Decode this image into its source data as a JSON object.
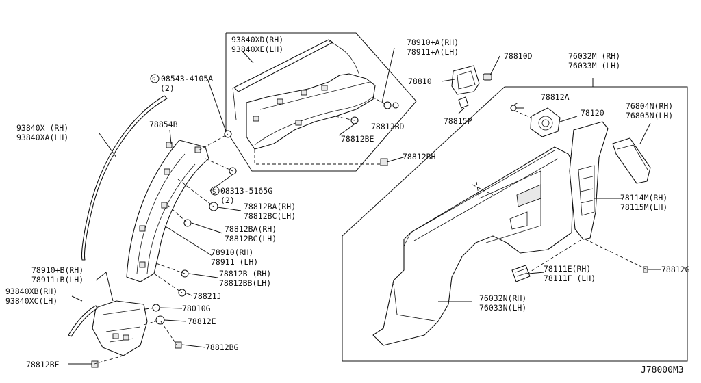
{
  "diagram_code": "J78000M3",
  "labels": {
    "l_93840XD": "93840XD(RH)",
    "l_93840XE": "93840XE(LH)",
    "l_78910A": "78910+A(RH)",
    "l_78911A": "78911+A(LH)",
    "l_78810D": "78810D",
    "l_76032M": "76032M (RH)",
    "l_76033M": "76033M (LH)",
    "l_08543": "08543-4105A",
    "l_08543q": "(2)",
    "l_78810": "78810",
    "l_78812A": "78812A",
    "l_78120": "78120",
    "l_76804N": "76804N(RH)",
    "l_76805N": "76805N(LH)",
    "l_78815P": "78815P",
    "l_78812BD": "78812BD",
    "l_93840X": "93840X (RH)",
    "l_93840XA": "93840XA(LH)",
    "l_78854B": "78854B",
    "l_78812BE": "78812BE",
    "l_78812BH": "78812BH",
    "l_08313": "08313-5165G",
    "l_08313q": "(2)",
    "l_78114M": "78114M(RH)",
    "l_78115M": "78115M(LH)",
    "l_78812BA1": "78812BA(RH)",
    "l_78812BC1": "78812BC(LH)",
    "l_78812BA2": "78812BA(RH)",
    "l_78812BC2": "78812BC(LH)",
    "l_78910": "78910(RH)",
    "l_78911": "78911 (LH)",
    "l_78111E": "78111E(RH)",
    "l_78111F": "78111F (LH)",
    "l_78812G": "78812G",
    "l_78910B": "78910+B(RH)",
    "l_78911B": "78911+B(LH)",
    "l_78812B": "78812B (RH)",
    "l_78812BB": "78812BB(LH)",
    "l_93840XB": "93840XB(RH)",
    "l_93840XC": "93840XC(LH)",
    "l_78821J": "78821J",
    "l_76032N": "76032N(RH)",
    "l_76033N": "76033N(LH)",
    "l_78010G": "78010G",
    "l_78812E": "78812E",
    "l_78812BG": "78812BG",
    "l_78812BF": "78812BF"
  }
}
